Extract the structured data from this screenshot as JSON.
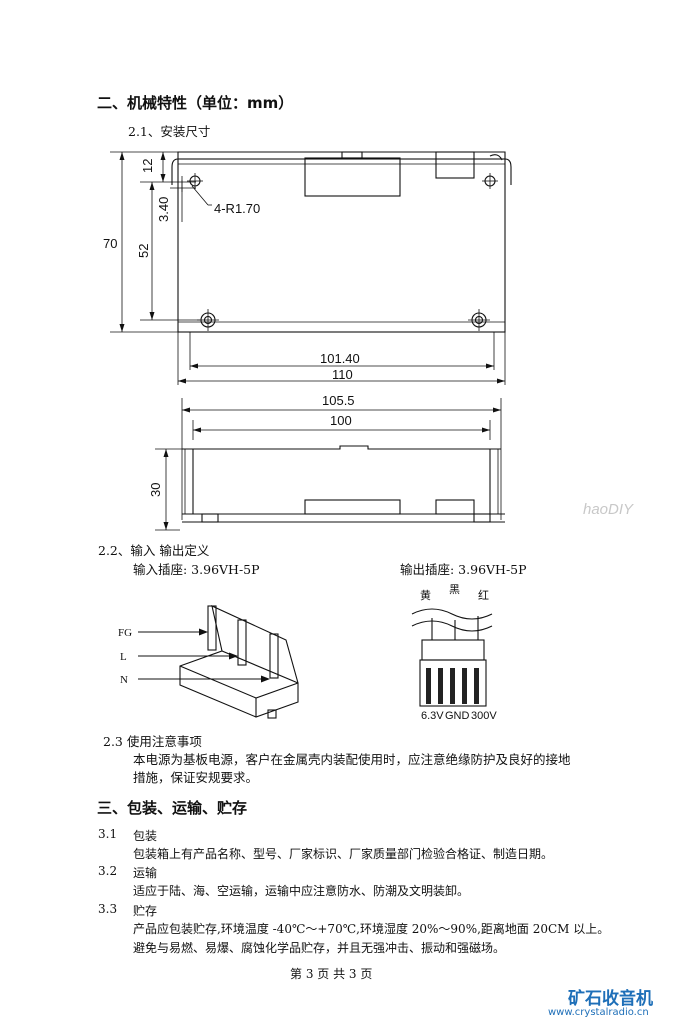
{
  "section2": {
    "title": "二、机械特性（单位：mm）",
    "sub1": "2.1、安装尺寸",
    "dims": {
      "d12": "12",
      "d340": "3.40",
      "hole": "4-R1.70",
      "d70": "70",
      "d52": "52",
      "d10140": "101.40",
      "d110": "110",
      "d1055": "105.5",
      "d100": "100",
      "d30": "30"
    },
    "sub2": "2.2、输入 输出定义",
    "input_label": "输入插座: 3.96VH-5P",
    "output_label": "输出插座: 3.96VH-5P",
    "input_pins": [
      "FG",
      "L",
      "N"
    ],
    "wire_colors": [
      "黄",
      "黑",
      "红"
    ],
    "output_pins": [
      "6.3V",
      "GND",
      "300V"
    ],
    "sub3": "2.3  使用注意事项",
    "note_line1": "本电源为基板电源，客户在金属壳内装配使用时，应注意绝缘防护及良好的接地",
    "note_line2": "措施，保证安规要求。"
  },
  "section3": {
    "title": "三、包装、运输、贮存",
    "items": [
      {
        "num": "3.1",
        "title": "包装",
        "lines": [
          "包装箱上有产品名称、型号、厂家标识、厂家质量部门检验合格证、制造日期。"
        ]
      },
      {
        "num": "3.2",
        "title": "运输",
        "lines": [
          "适应于陆、海、空运输，运输中应注意防水、防潮及文明装卸。"
        ]
      },
      {
        "num": "3.3",
        "title": "贮存",
        "lines": [
          "产品应包装贮存,环境温度 -40℃～+70℃,环境湿度 20%～90%,距离地面 20CM 以上。",
          "避免与易燃、易爆、腐蚀化学品贮存，并且无强冲击、振动和强磁场。"
        ]
      }
    ]
  },
  "footer": {
    "page": "第 3 页 共 3 页"
  },
  "watermark": {
    "haodiy": "haoDIY",
    "brand": "矿石收音机",
    "url": "www.crystalradio.cn"
  },
  "colors": {
    "brand": "#1e6fb8",
    "watermark": "#c8c8c8"
  }
}
